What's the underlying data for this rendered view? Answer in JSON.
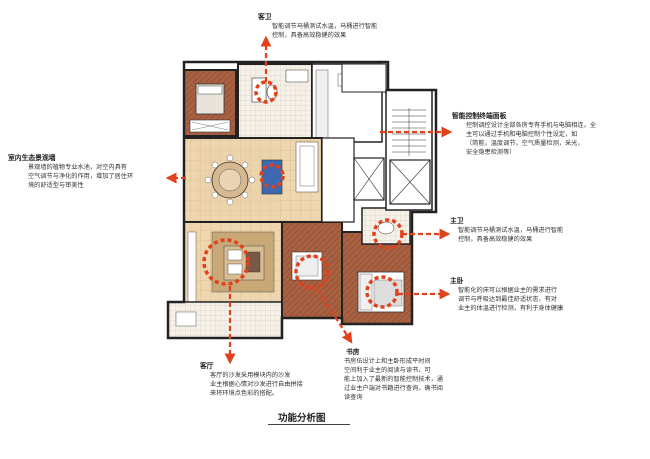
{
  "title": "功能分析图",
  "colors": {
    "arrow": "#e0421c",
    "ring": "#e0421c",
    "floor_tile": "#eed6b0",
    "floor_wood": "#a86042",
    "wall": "#222222"
  },
  "annotations": {
    "guest_bath": {
      "title": "客卫",
      "lines": [
        "智能调节马桶测试水温，马桶进行智能",
        "控制，具备高效稳健的效果"
      ]
    },
    "smart_panel": {
      "title": "智能控制终端面板",
      "lines": [
        "控制调控设计全部各房专有手机与电脑相连，全",
        "主可以通过手机和电脑控制个性设定，如",
        "（简能，温度调节，空气质量检测，采光，",
        "安全隐患检测等）"
      ]
    },
    "green_wall": {
      "title": "室内生态景观墙",
      "lines": [
        "景观墙的植物专业水池，对空内具有",
        "空气调节与净化的作用，增加了居住环",
        "境的舒适型与审美性"
      ]
    },
    "master_bath": {
      "title": "主卫",
      "lines": [
        "智能调节马桶测试水温，马桶进行智能",
        "控制，具备高效稳健的效果"
      ]
    },
    "master_bed": {
      "title": "主卧",
      "lines": [
        "智能化的床可以根据业主的需求进行",
        "调节与呼吸达到最佳舒适状态，有对",
        "业主的体温进行检测，有利于身体健康"
      ]
    },
    "living": {
      "title": "客厅",
      "lines": [
        "客厅的沙发采用模块内的沙发",
        "业主根据心情对沙发进行自由拼接",
        "来将环境点色彩的搭配。"
      ]
    },
    "study": {
      "title": "书房",
      "lines": [
        "书房伍设计上和主卧形成平时间",
        "空间利于业主的阅读与读书，可",
        "能上加入了最新的智能控制技术，通",
        "过业主户端对书籍进行查询，确书阅",
        "读查询"
      ]
    }
  }
}
